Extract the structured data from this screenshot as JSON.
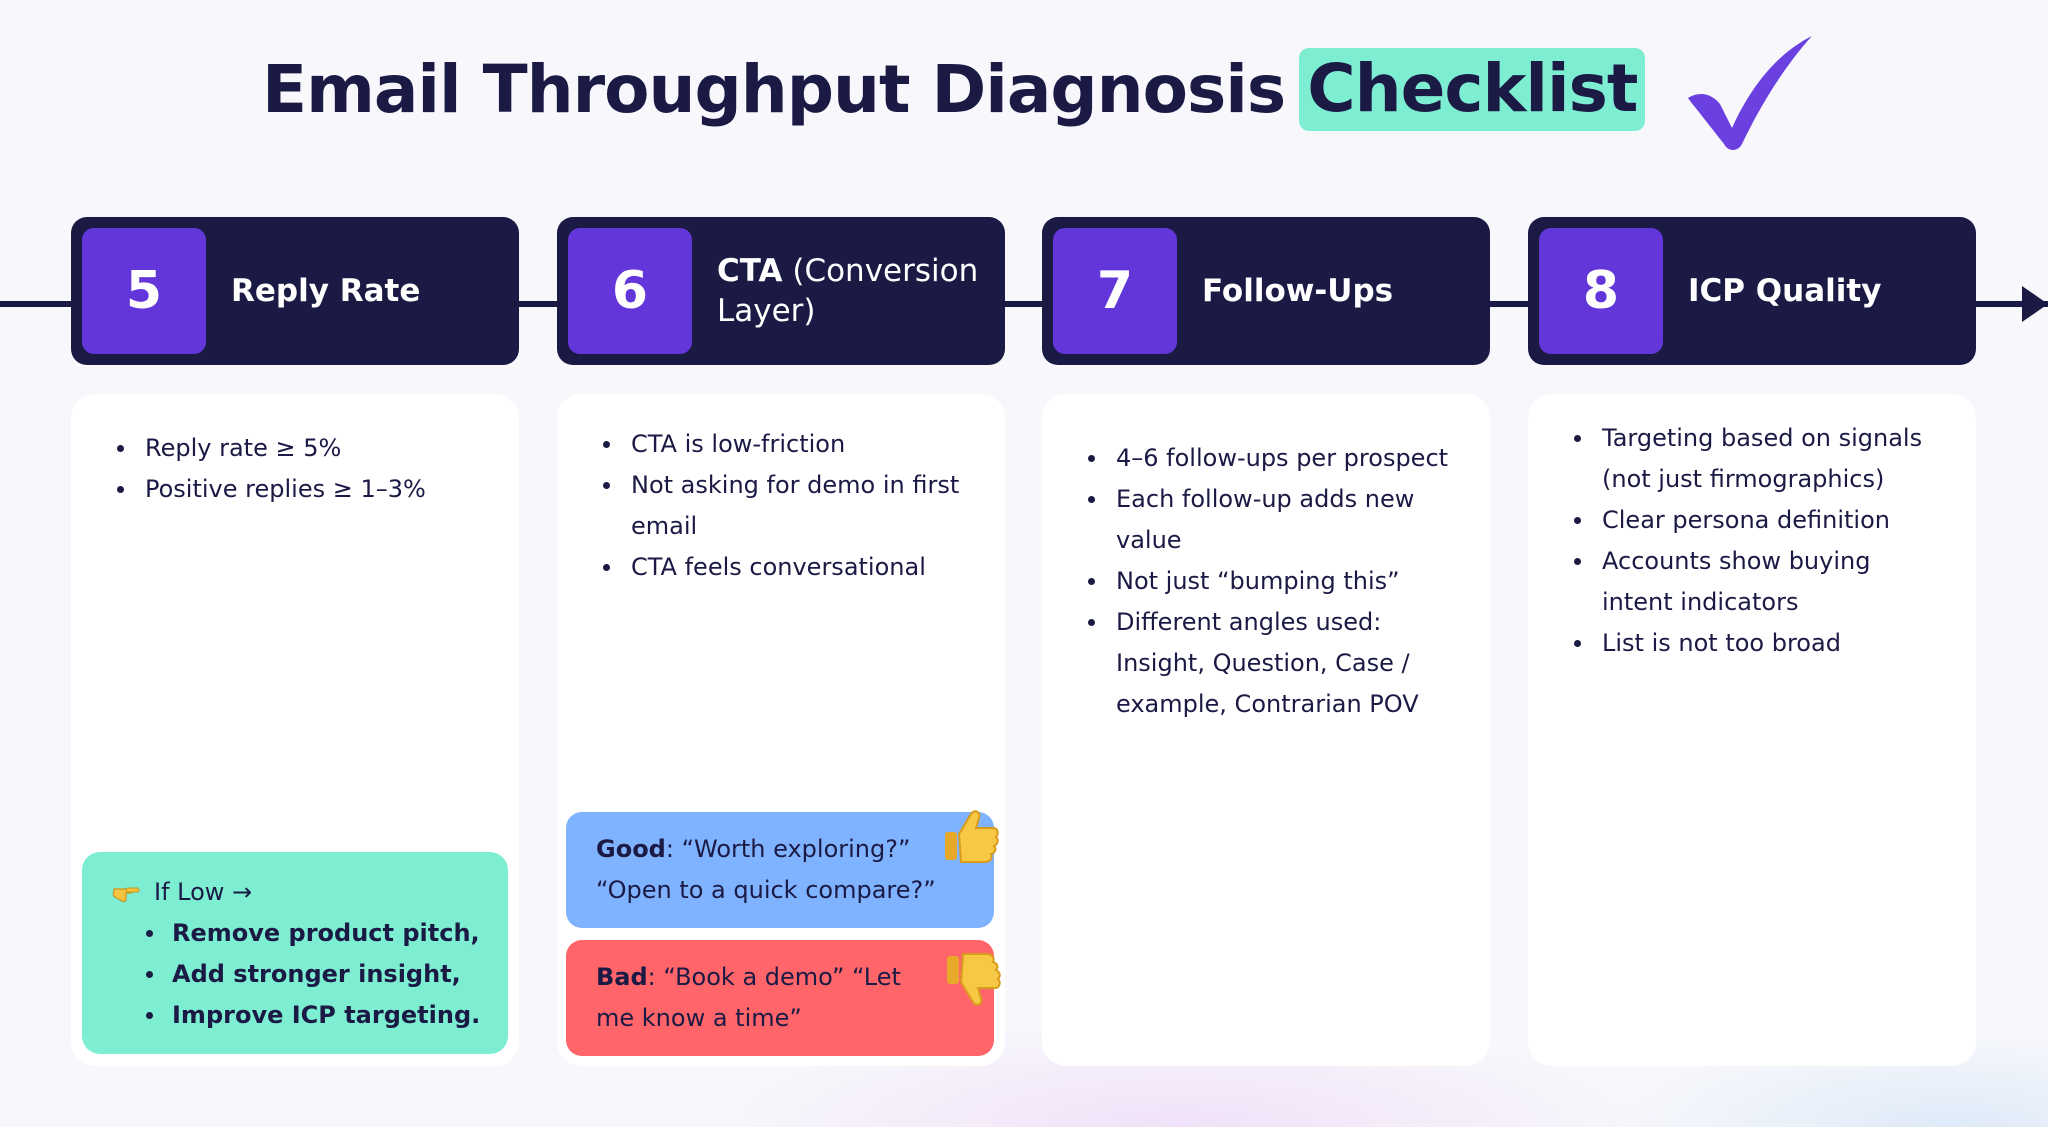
{
  "title": {
    "main": "Email Throughput Diagnosis",
    "highlight": "Checklist"
  },
  "icons": {
    "title_mark": "checkmark-icon",
    "if_low": "pointing-hand-icon",
    "good": "thumbs-up-icon",
    "bad": "thumbs-down-icon"
  },
  "colors": {
    "navy": "#1b1a45",
    "purple": "#6236d8",
    "mint": "#7eeed2",
    "blue": "#7fb2ff",
    "red": "#ff6569",
    "check": "#6a40e0"
  },
  "columns": [
    {
      "number": "5",
      "title_bold": "Reply Rate",
      "title_light": "",
      "bullets": [
        "Reply rate ≥ 5%",
        "Positive replies ≥ 1–3%"
      ],
      "if_low": {
        "label": "If Low →",
        "items": [
          "Remove product pitch,",
          "Add stronger insight,",
          "Improve ICP targeting."
        ]
      }
    },
    {
      "number": "6",
      "title_bold": "CTA",
      "title_light": "(Conversion Layer)",
      "bullets": [
        "CTA is low-friction",
        "Not asking for demo in first email",
        "CTA feels conversational"
      ],
      "good": {
        "label": "Good",
        "text": ": “Worth exploring?” “Open to a quick compare?”"
      },
      "bad": {
        "label": "Bad",
        "text": ": “Book a demo” “Let me know a time”"
      }
    },
    {
      "number": "7",
      "title_bold": "Follow-Ups",
      "title_light": "",
      "bullets": [
        "4–6 follow-ups per prospect",
        "Each follow-up adds new value",
        "Not just “bumping this”",
        "Different angles used: Insight, Question, Case / example, Contrarian POV"
      ]
    },
    {
      "number": "8",
      "title_bold": "ICP Quality",
      "title_light": "",
      "bullets": [
        "Targeting based on signals (not just firmographics)",
        "Clear persona definition",
        "Accounts show buying intent indicators",
        "List is not too broad"
      ]
    }
  ]
}
